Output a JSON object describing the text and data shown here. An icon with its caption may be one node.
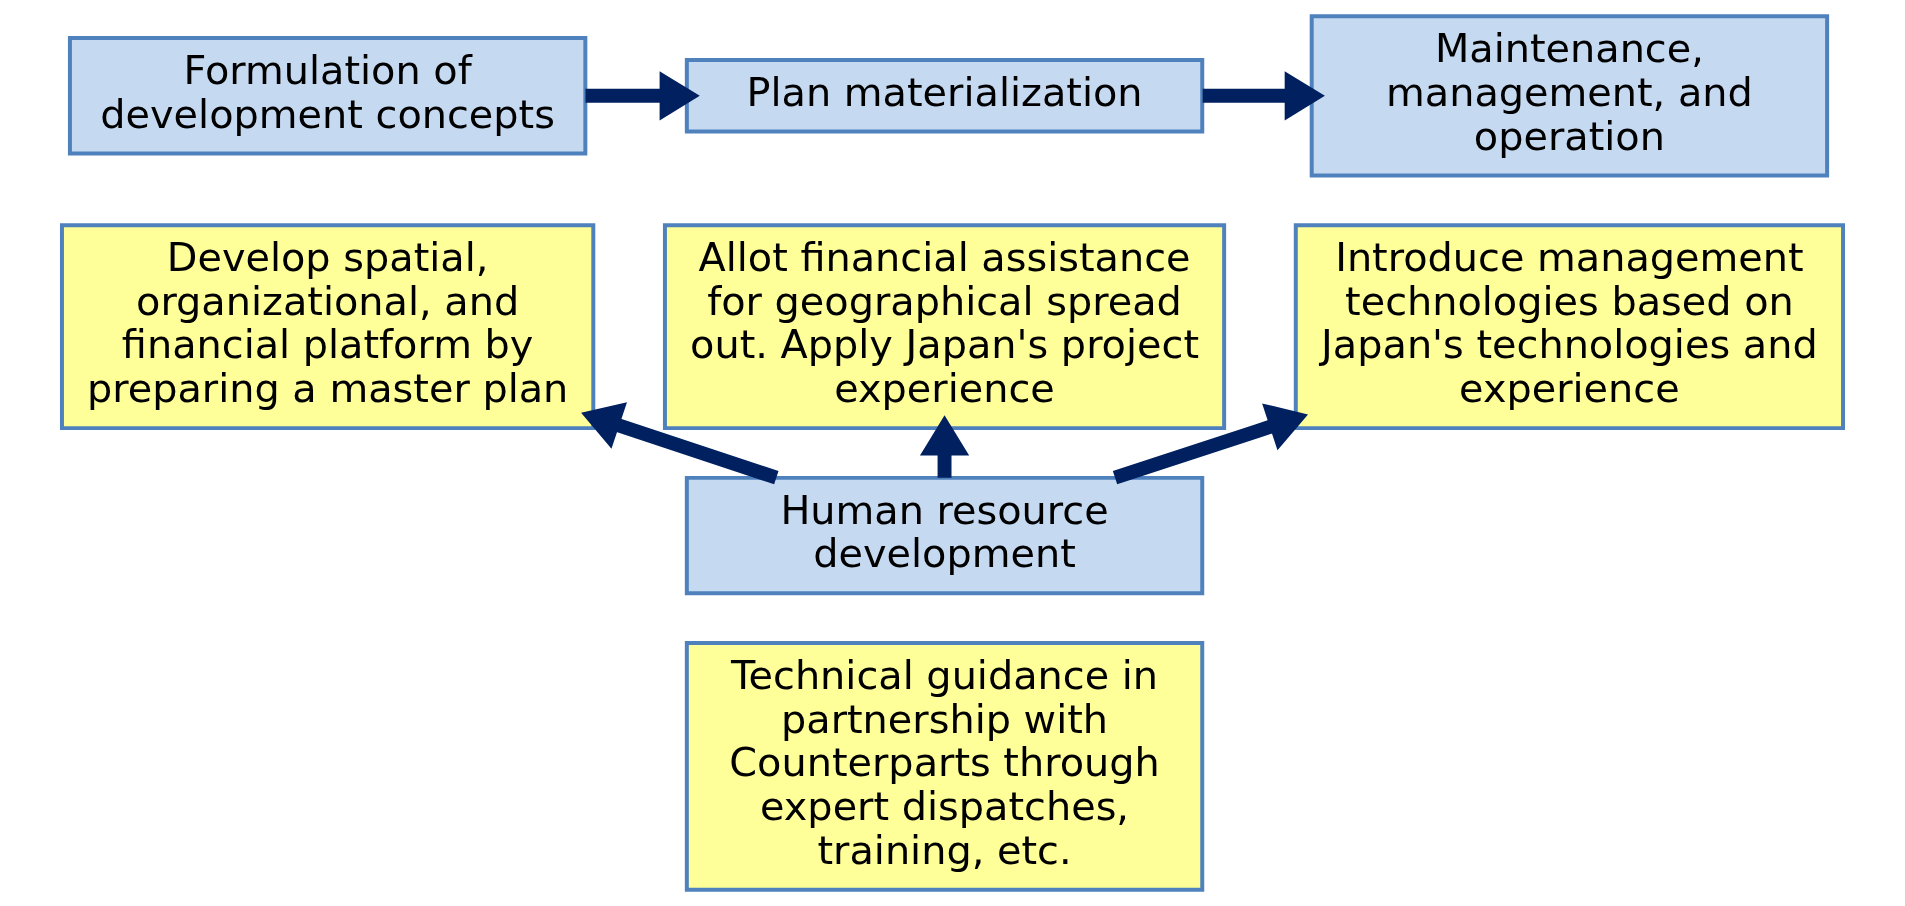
{
  "diagram": {
    "nodes": [
      {
        "text": [
          "Formulation of development concepts"
        ]
      },
      {
        "text": [
          "Develop spatial, organizational, and financial platform by preparing a master plan"
        ]
      },
      {
        "text": [
          "Plan materialization"
        ]
      },
      {
        "text": [
          "Allot financial assistance for geographical spread out. Apply Japan's project experience"
        ]
      },
      {
        "text": [
          "Maintenance, management, and operation"
        ]
      },
      {
        "text": [
          "Introduce management technologies based on Japan's technologies and experience"
        ]
      },
      {
        "text": [
          "Human resource development"
        ]
      },
      {
        "text": [
          "Technical guidance in partnership with Counterparts through expert dispatches, training, etc."
        ]
      }
    ],
    "edges": [
      {
        "from": 0,
        "to": 2,
        "arrow": "to"
      },
      {
        "from": 2,
        "to": 4,
        "arrow": "to"
      },
      {
        "from": 6,
        "to": 1,
        "arrow": "to"
      },
      {
        "from": 6,
        "to": 3,
        "arrow": "to"
      },
      {
        "from": 6,
        "to": 5,
        "arrow": "to"
      }
    ]
  }
}
